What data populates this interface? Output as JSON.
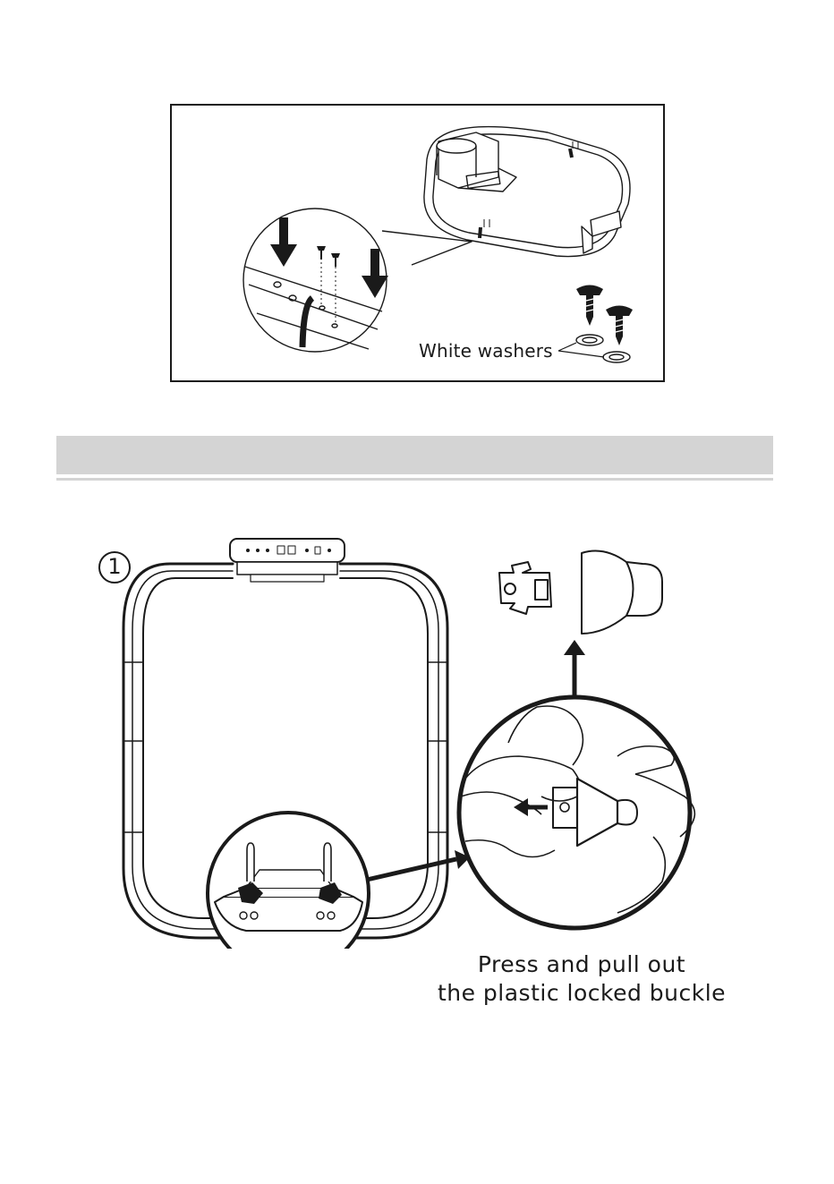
{
  "figure_top": {
    "callout_label": "White washers"
  },
  "figure_bottom": {
    "step_number": "1",
    "caption_line1": "Press and pull out",
    "caption_line2": "the plastic locked buckle"
  },
  "colors": {
    "ink": "#1a1a1a",
    "section_bar": "#d4d4d4",
    "background": "#ffffff"
  }
}
